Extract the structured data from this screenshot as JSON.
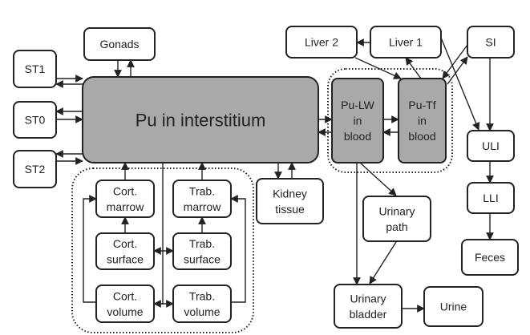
{
  "nodes": {
    "gonads": [
      "Gonads"
    ],
    "st1": [
      "ST1"
    ],
    "st0": [
      "ST0"
    ],
    "st2": [
      "ST2"
    ],
    "interstitium": [
      "Pu in interstitium"
    ],
    "liver2": [
      "Liver 2"
    ],
    "liver1": [
      "Liver 1"
    ],
    "si": [
      "SI"
    ],
    "pulw": [
      "Pu-LW",
      "in",
      "blood"
    ],
    "putf": [
      "Pu-Tf",
      "in",
      "blood"
    ],
    "uli": [
      "ULI"
    ],
    "lli": [
      "LLI"
    ],
    "feces": [
      "Feces"
    ],
    "cort_marrow": [
      "Cort.",
      "marrow"
    ],
    "trab_marrow": [
      "Trab.",
      "marrow"
    ],
    "cort_surface": [
      "Cort.",
      "surface"
    ],
    "trab_surface": [
      "Trab.",
      "surface"
    ],
    "cort_volume": [
      "Cort.",
      "volume"
    ],
    "trab_volume": [
      "Trab.",
      "volume"
    ],
    "kidney": [
      "Kidney",
      "tissue"
    ],
    "urinary_path": [
      "Urinary",
      "path"
    ],
    "urinary_bladder": [
      "Urinary",
      "bladder"
    ],
    "urine": [
      "Urine"
    ]
  },
  "colors": {
    "compartment_fill": "#a8a9ab",
    "outline": "#222222"
  }
}
